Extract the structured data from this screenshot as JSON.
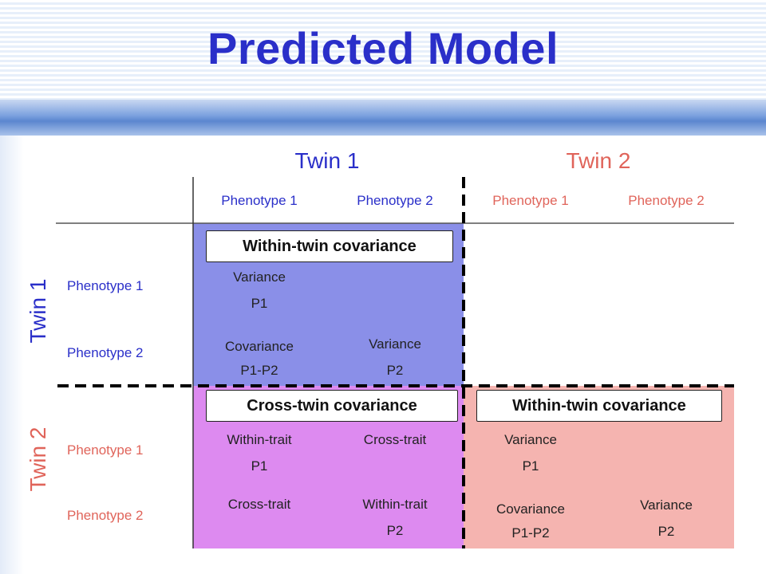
{
  "title": "Predicted Model",
  "top_headers": {
    "twin1": "Twin 1",
    "twin2": "Twin 2"
  },
  "column_headers": [
    "Phenotype 1",
    "Phenotype 2",
    "Phenotype 1",
    "Phenotype 2"
  ],
  "side_headers": {
    "twin1": "Twin 1",
    "twin2": "Twin 2"
  },
  "row_headers": [
    "Phenotype 1",
    "Phenotype 2",
    "Phenotype 1",
    "Phenotype 2"
  ],
  "box_labels": {
    "within_twin_top": "Within-twin covariance",
    "cross_twin": "Cross-twin covariance",
    "within_twin_bottom": "Within-twin covariance"
  },
  "cells": {
    "t1p1_t1p1": [
      "Variance",
      "P1"
    ],
    "t1p2_t1p1": [
      "Covariance",
      "P1-P2"
    ],
    "t1p2_t1p2": [
      "Variance",
      "P2"
    ],
    "t2p1_t1p1": [
      "Within-trait",
      "P1"
    ],
    "t2p1_t1p2": [
      "Cross-trait"
    ],
    "t2p1_t2p1": [
      "Variance",
      "P1"
    ],
    "t2p2_t1p1": [
      "Cross-trait"
    ],
    "t2p2_t1p2": [
      "Within-trait",
      "P2"
    ],
    "t2p2_t2p1": [
      "Covariance",
      "P1-P2"
    ],
    "t2p2_t2p2": [
      "Variance",
      "P2"
    ]
  },
  "colors": {
    "title": "#2a2fc9",
    "twin1": "#2a2fc9",
    "twin2": "#e0645a",
    "block_twin1": "#8a8fe8",
    "block_cross": "#dd8af0",
    "block_twin2": "#f5b4b0"
  }
}
